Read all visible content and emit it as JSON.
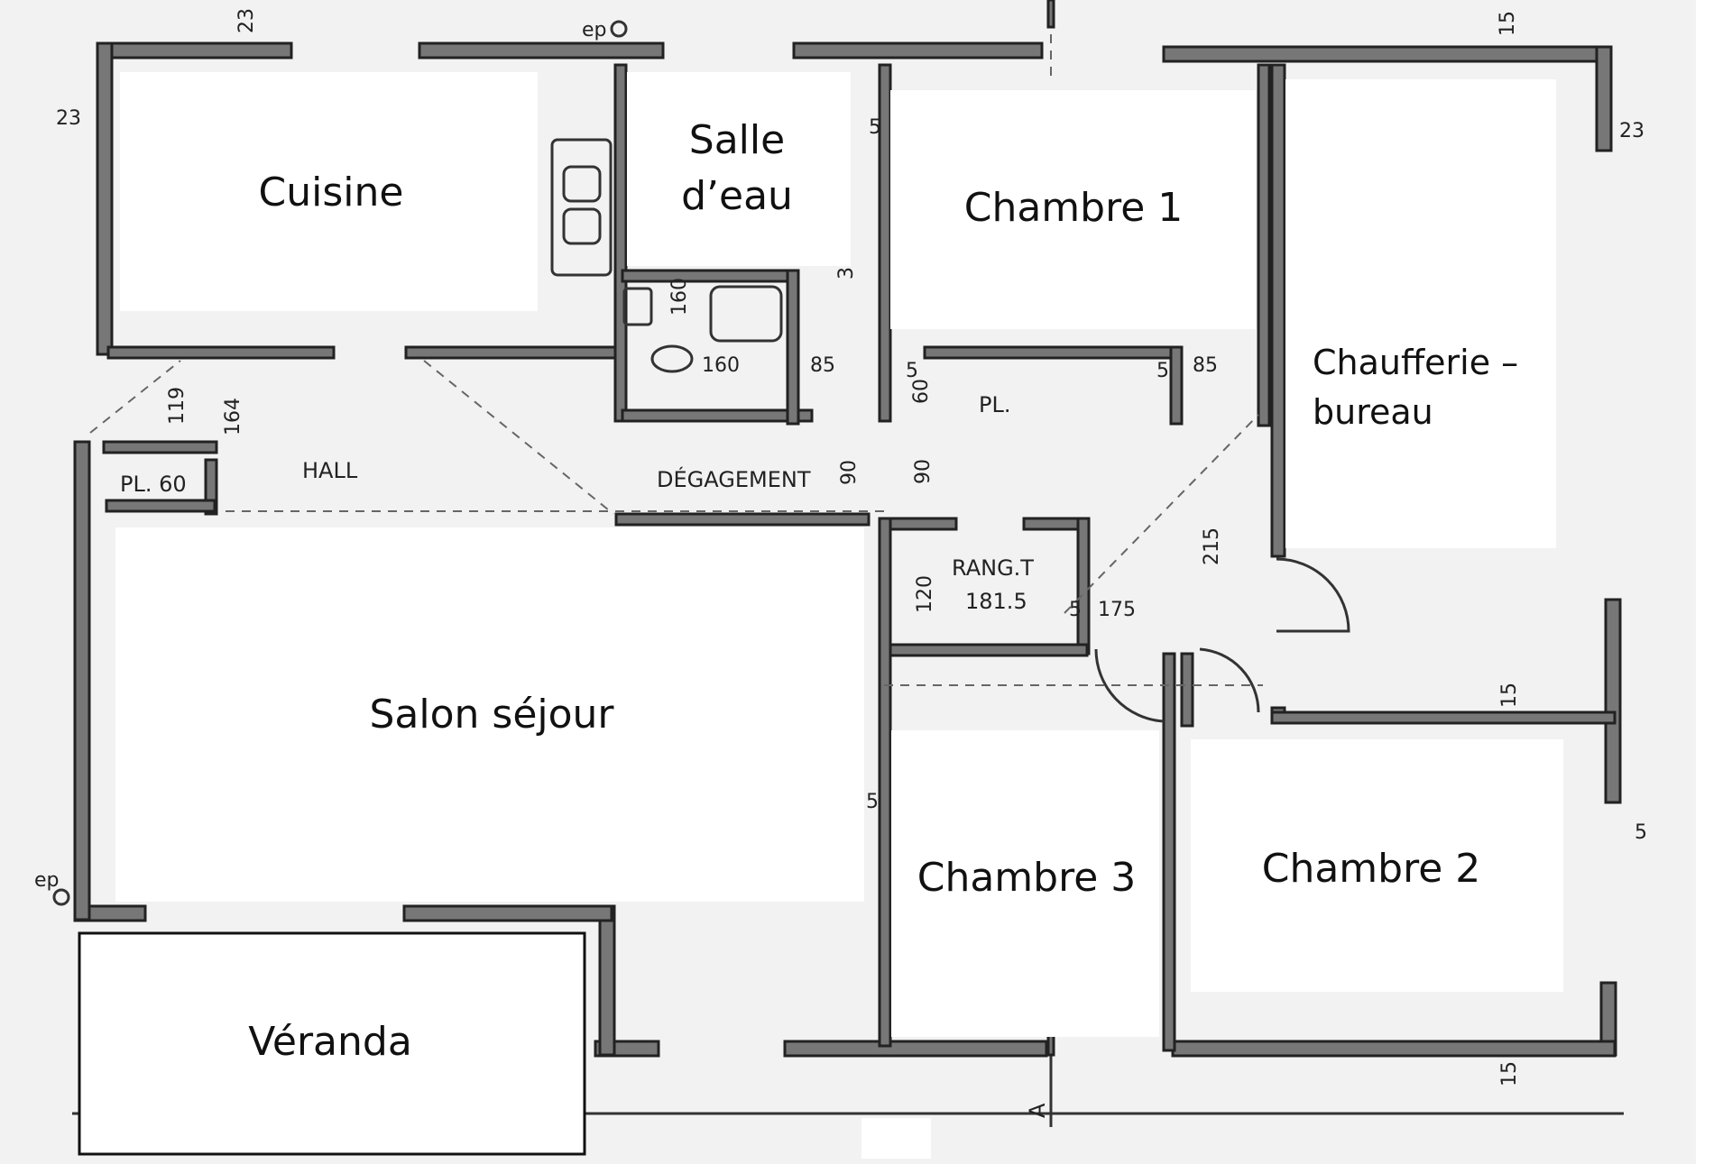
{
  "rooms": {
    "cuisine": "Cuisine",
    "salle_deau_1": "Salle",
    "salle_deau_2": "d’eau",
    "chambre1": "Chambre 1",
    "chaufferie_1": "Chaufferie –",
    "chaufferie_2": "bureau",
    "salon": "Salon séjour",
    "chambre3": "Chambre 3",
    "chambre2": "Chambre 2",
    "veranda": "Véranda"
  },
  "plan_labels": {
    "hall": "HALL",
    "degagement": "DÉGAGEMENT",
    "pl": "PL.",
    "pl60": "PL. 60",
    "rangt": "RANG.T",
    "rangt_dim": "181.5",
    "section": "A",
    "ep": "ep",
    "ep2": "ep"
  },
  "dimensions": {
    "d23_top": "23",
    "d23_left": "23",
    "d23_right": "23",
    "d15_top": "15",
    "d15_mid": "15",
    "d15_bottom": "15",
    "d5_right": "5",
    "d160_v": "160",
    "d160_h": "160",
    "d85_a": "85",
    "d85_b": "85",
    "d5_a": "5",
    "d5_b": "5",
    "d5_c": "5",
    "d60": "60",
    "d90_a": "90",
    "d90_b": "90",
    "d119": "119",
    "d164": "164",
    "d215": "215",
    "d175": "175",
    "d120": "120",
    "d5_d": "5",
    "d5_e": "5",
    "d3": "3"
  }
}
